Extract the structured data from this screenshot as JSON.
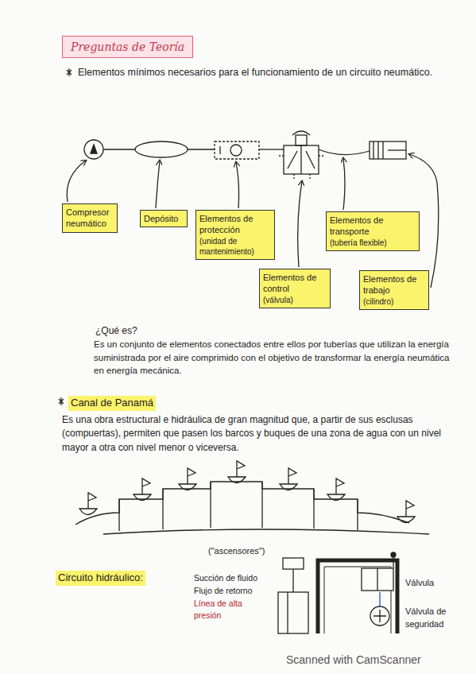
{
  "diagram": {
    "title": "Preguntas de Teoría",
    "nodes": [
      {
        "text": [
          "Compresor neumático"
        ]
      },
      {
        "text": [
          "Depósito"
        ]
      },
      {
        "text": [
          "Elementos de protección",
          "(unidad de mantenimiento)"
        ]
      },
      {
        "text": [
          "Elementos de transporte",
          "(tubería flexible)"
        ]
      },
      {
        "text": [
          "Elementos de control",
          "(válvula)"
        ]
      },
      {
        "text": [
          "Elementos de trabajo",
          "(cilindro)"
        ]
      }
    ],
    "labels": [
      "Elementos mínimos necesarios para el funcionamiento de un circuito neumático.",
      "¿Qué es?",
      "Es un conjunto de elementos conectados entre ellos por tuberías que utilizan la energía suministrada por el aire comprimido con el objetivo de transformar la energía neumática en energía mecánica.",
      "Canal de Panamá",
      "Es una obra estructural e hidráulica de gran magnitud que, a partir de sus esclusas (compuertas), permiten que pasen los barcos y buques de una zona de agua con un nivel mayor a otra con nivel menor o viceversa.",
      "(\"ascensores\")",
      "Circuito hidráulico:",
      "Succión de fluido",
      "Flujo de retorno",
      "Línea de alta presión",
      "Válvula",
      "Válvula de seguridad",
      "Scanned with CamScanner"
    ]
  }
}
